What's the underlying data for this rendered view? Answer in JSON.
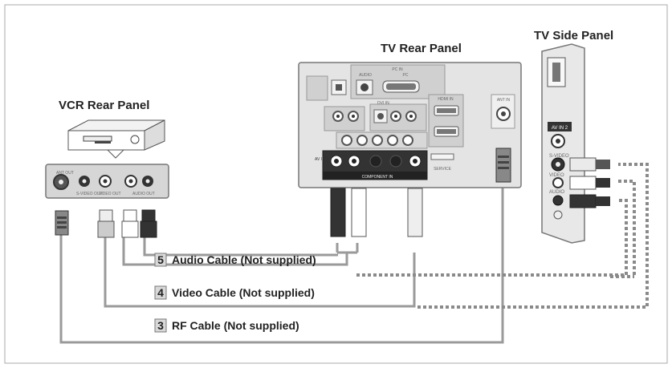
{
  "titles": {
    "tv_rear": "TV Rear Panel",
    "tv_side": "TV Side Panel",
    "vcr_rear": "VCR Rear Panel"
  },
  "cables": [
    {
      "number": "5",
      "label": "Audio Cable (Not supplied)"
    },
    {
      "number": "4",
      "label": "Video Cable (Not supplied)"
    },
    {
      "number": "3",
      "label": "RF Cable (Not supplied)"
    }
  ],
  "tv_rear_labels": {
    "pc_in": "PC IN",
    "audio": "AUDIO",
    "pc": "PC",
    "dvi": "DVI IN",
    "hdmi": "HDMI IN",
    "av_in": "AV IN 1",
    "component_in": "COMPONENT IN",
    "service": "SERVICE",
    "ant_in": "ANT IN"
  },
  "tv_side_labels": {
    "av_in2": "AV IN 2",
    "s_video": "S-VIDEO",
    "video": "VIDEO",
    "audio": "AUDIO"
  },
  "vcr_labels": {
    "ant_out": "ANT OUT",
    "s_video_out": "S-VIDEO OUT",
    "video_out": "VIDEO OUT",
    "audio_out": "AUDIO OUT"
  },
  "colors": {
    "cable": "#9a9a9a",
    "dotted": "#8a8a8a",
    "panel": "#dcdcdc",
    "border": "#888888"
  }
}
